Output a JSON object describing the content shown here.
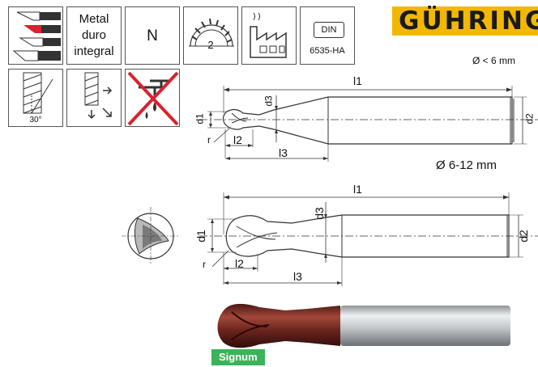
{
  "logo": {
    "text": "GÜHRING",
    "color": "#f2b800"
  },
  "icons": {
    "material": [
      "Metal",
      "duro",
      "integral"
    ],
    "group": "N",
    "flutes": "2",
    "standard_badge": "DIN",
    "standard_number": "6535-HA",
    "helix_angle": "30°"
  },
  "diameter_ranges": {
    "small": "Ø < 6 mm",
    "large": "Ø 6-12 mm"
  },
  "dimensions": {
    "l1": "l1",
    "l2": "l2",
    "l3": "l3",
    "d1": "d1",
    "d2": "d2",
    "d3": "d3",
    "r": "r"
  },
  "coating": "Signum",
  "colors": {
    "coating_tip": "#7a2a22",
    "shank": "#c9cdd0",
    "accent_green": "#3bb35a",
    "cross": "#d9232d"
  }
}
